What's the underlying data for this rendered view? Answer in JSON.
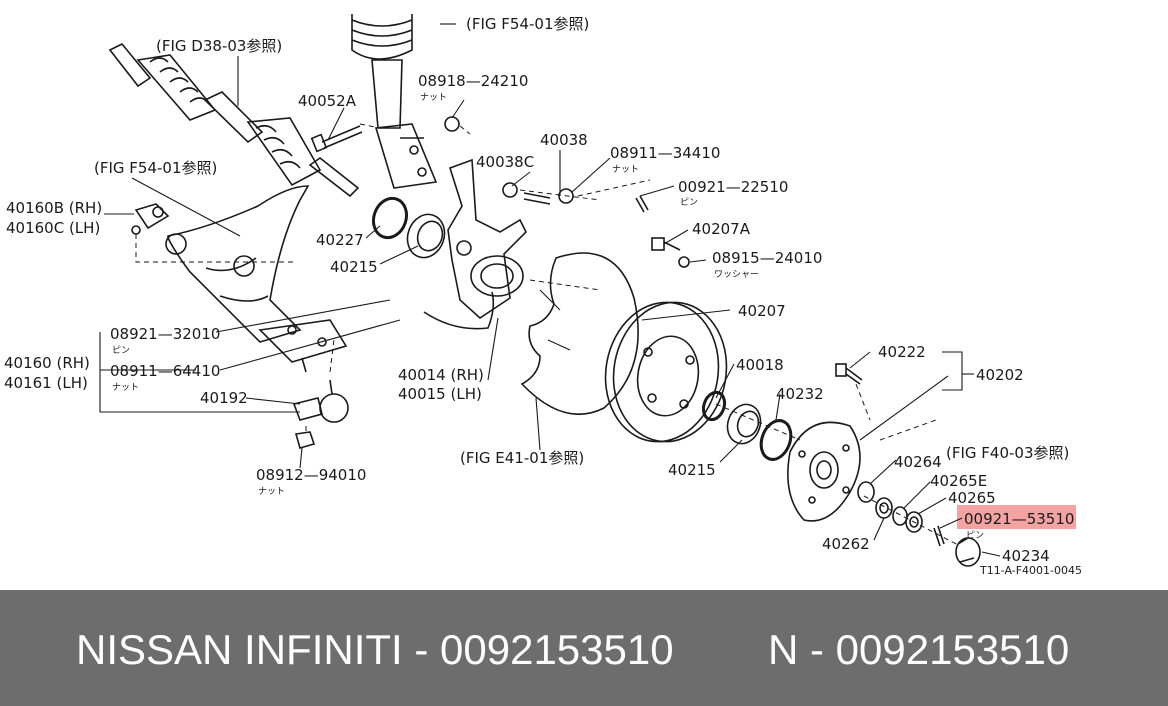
{
  "diagram": {
    "references": {
      "ref_d38": "(FIG D38-03参照)",
      "ref_f54_top": "(FIG F54-01参照)",
      "ref_f54_left": "(FIG F54-01参照)",
      "ref_e41": "(FIG E41-01参照)",
      "ref_f40": "(FIG F40-03参照)"
    },
    "parts": {
      "p08918_24210": "08918—24210",
      "p40052A": "40052A",
      "p40038": "40038",
      "p40038C": "40038C",
      "p08911_34410": "08911—34410",
      "p00921_22510": "00921—22510",
      "p40160B": "40160B (RH)",
      "p40160C": "40160C (LH)",
      "p40227": "40227",
      "p40215_a": "40215",
      "p40207A": "40207A",
      "p08915_24010": "08915—24010",
      "p08921_32010": "08921—32010",
      "p40160": "40160 (RH)",
      "p40161": "40161 (LH)",
      "p08911_64410": "08911—64410",
      "p40207": "40207",
      "p40014": "40014 (RH)",
      "p40015": "40015 (LH)",
      "p40018": "40018",
      "p40222": "40222",
      "p40202": "40202",
      "p40192": "40192",
      "p40232": "40232",
      "p40215_b": "40215",
      "p40264": "40264",
      "p40265E": "40265E",
      "p40265": "40265",
      "p00921_53510": "00921—53510",
      "p40262": "40262",
      "p40234": "40234",
      "p08912_94010": "08912—94010"
    },
    "small_notes": {
      "nut_1": "ナット",
      "nut_2": "ナット",
      "pin_1": "ピン",
      "washer": "ワッシャー",
      "pin_2": "ピン",
      "nut_3": "ナット",
      "nut_4": "ナット",
      "pin_3": "ピン"
    },
    "drawing_code": "T11-A-F4001-0045",
    "highlight_color": "#f4a3a3"
  },
  "footer": {
    "left_text": "NISSAN INFINITI - 0092153510",
    "right_text": "N - 0092153510",
    "background": "#6d6d6d",
    "text_color": "#ffffff"
  }
}
